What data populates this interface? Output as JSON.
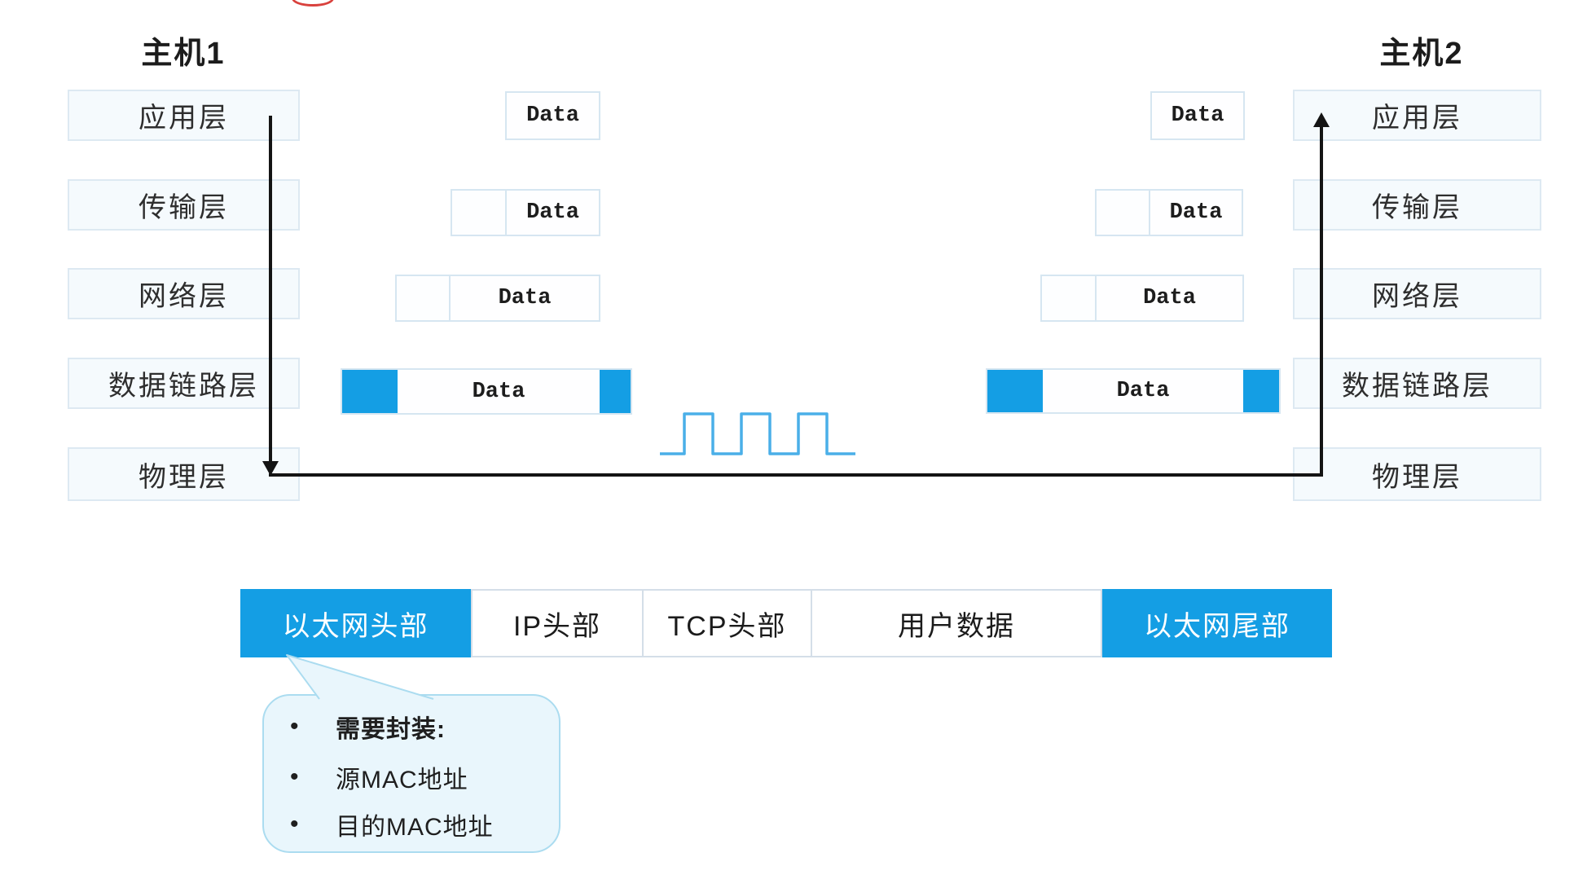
{
  "hosts": [
    {
      "title": "主机1"
    },
    {
      "title": "主机2"
    }
  ],
  "layers": [
    "应用层",
    "传输层",
    "网络层",
    "数据链路层",
    "物理层"
  ],
  "data_label": "Data",
  "frame_bar": {
    "cells": [
      {
        "label": "以太网头部",
        "style": "blue"
      },
      {
        "label": "IP头部",
        "style": "white"
      },
      {
        "label": "TCP头部",
        "style": "white"
      },
      {
        "label": "用户数据",
        "style": "white"
      },
      {
        "label": "以太网尾部",
        "style": "blue"
      }
    ]
  },
  "callout": {
    "bullet": "•",
    "items": [
      {
        "text": "需要封装:",
        "emphasis": true
      },
      {
        "text": "源MAC地址",
        "emphasis": false
      },
      {
        "text": "目的MAC地址",
        "emphasis": false
      }
    ]
  },
  "colors": {
    "accent_blue": "#149ee4",
    "wave_blue": "#4aafe8",
    "line_black": "#141414",
    "layer_box_fill": "#f5fafd",
    "layer_box_border": "#dde9f2",
    "pdu_border": "#d6e6f1",
    "bubble_fill": "#e9f6fc",
    "bubble_border": "#abdcf0",
    "red_annotation": "#d9413d"
  }
}
